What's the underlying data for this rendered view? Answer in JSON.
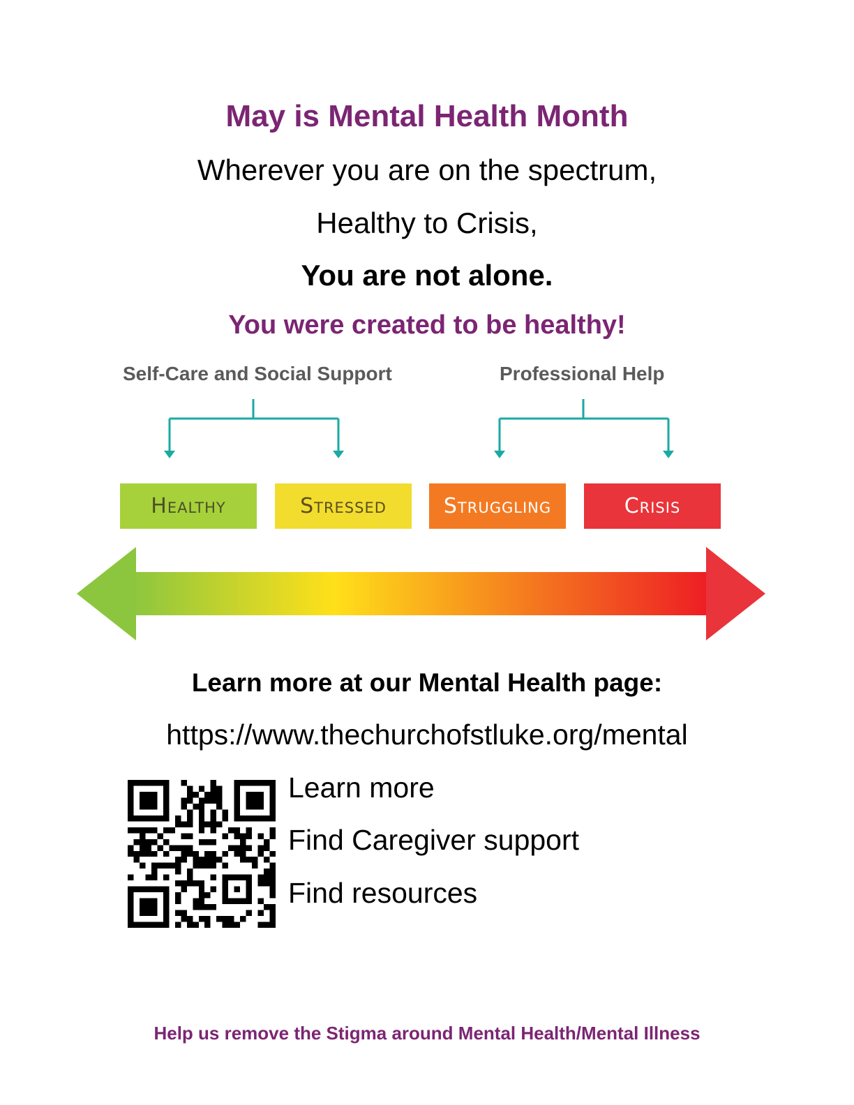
{
  "header": {
    "title": "May is Mental Health Month",
    "line1": "Wherever you are on the spectrum,",
    "line2": "Healthy to Crisis,",
    "line3": "You are not alone.",
    "line4": "You were created to be healthy!"
  },
  "spectrum": {
    "categories": [
      {
        "label": "Self-Care and Social Support"
      },
      {
        "label": "Professional Help"
      }
    ],
    "stages": [
      {
        "label": "Healthy",
        "color": "#a7d13a"
      },
      {
        "label": "Stressed",
        "color": "#f2dc2e"
      },
      {
        "label": "Struggling",
        "color": "#f37a22"
      },
      {
        "label": "Crisis",
        "color": "#e8343a"
      }
    ],
    "bracket_color": "#1aaaa3",
    "gradient_colors": [
      "#8cc63f",
      "#ffe01a",
      "#f7941d",
      "#ed1c24"
    ]
  },
  "learn": {
    "heading": "Learn more at our Mental Health page:",
    "url": "https://www.thechurchofstluke.org/mental"
  },
  "qr_items": [
    "Learn more",
    "Find Caregiver support",
    "Find resources"
  ],
  "footer": "Help us remove the Stigma around Mental Health/Mental Illness",
  "accent_color": "#7b2573"
}
